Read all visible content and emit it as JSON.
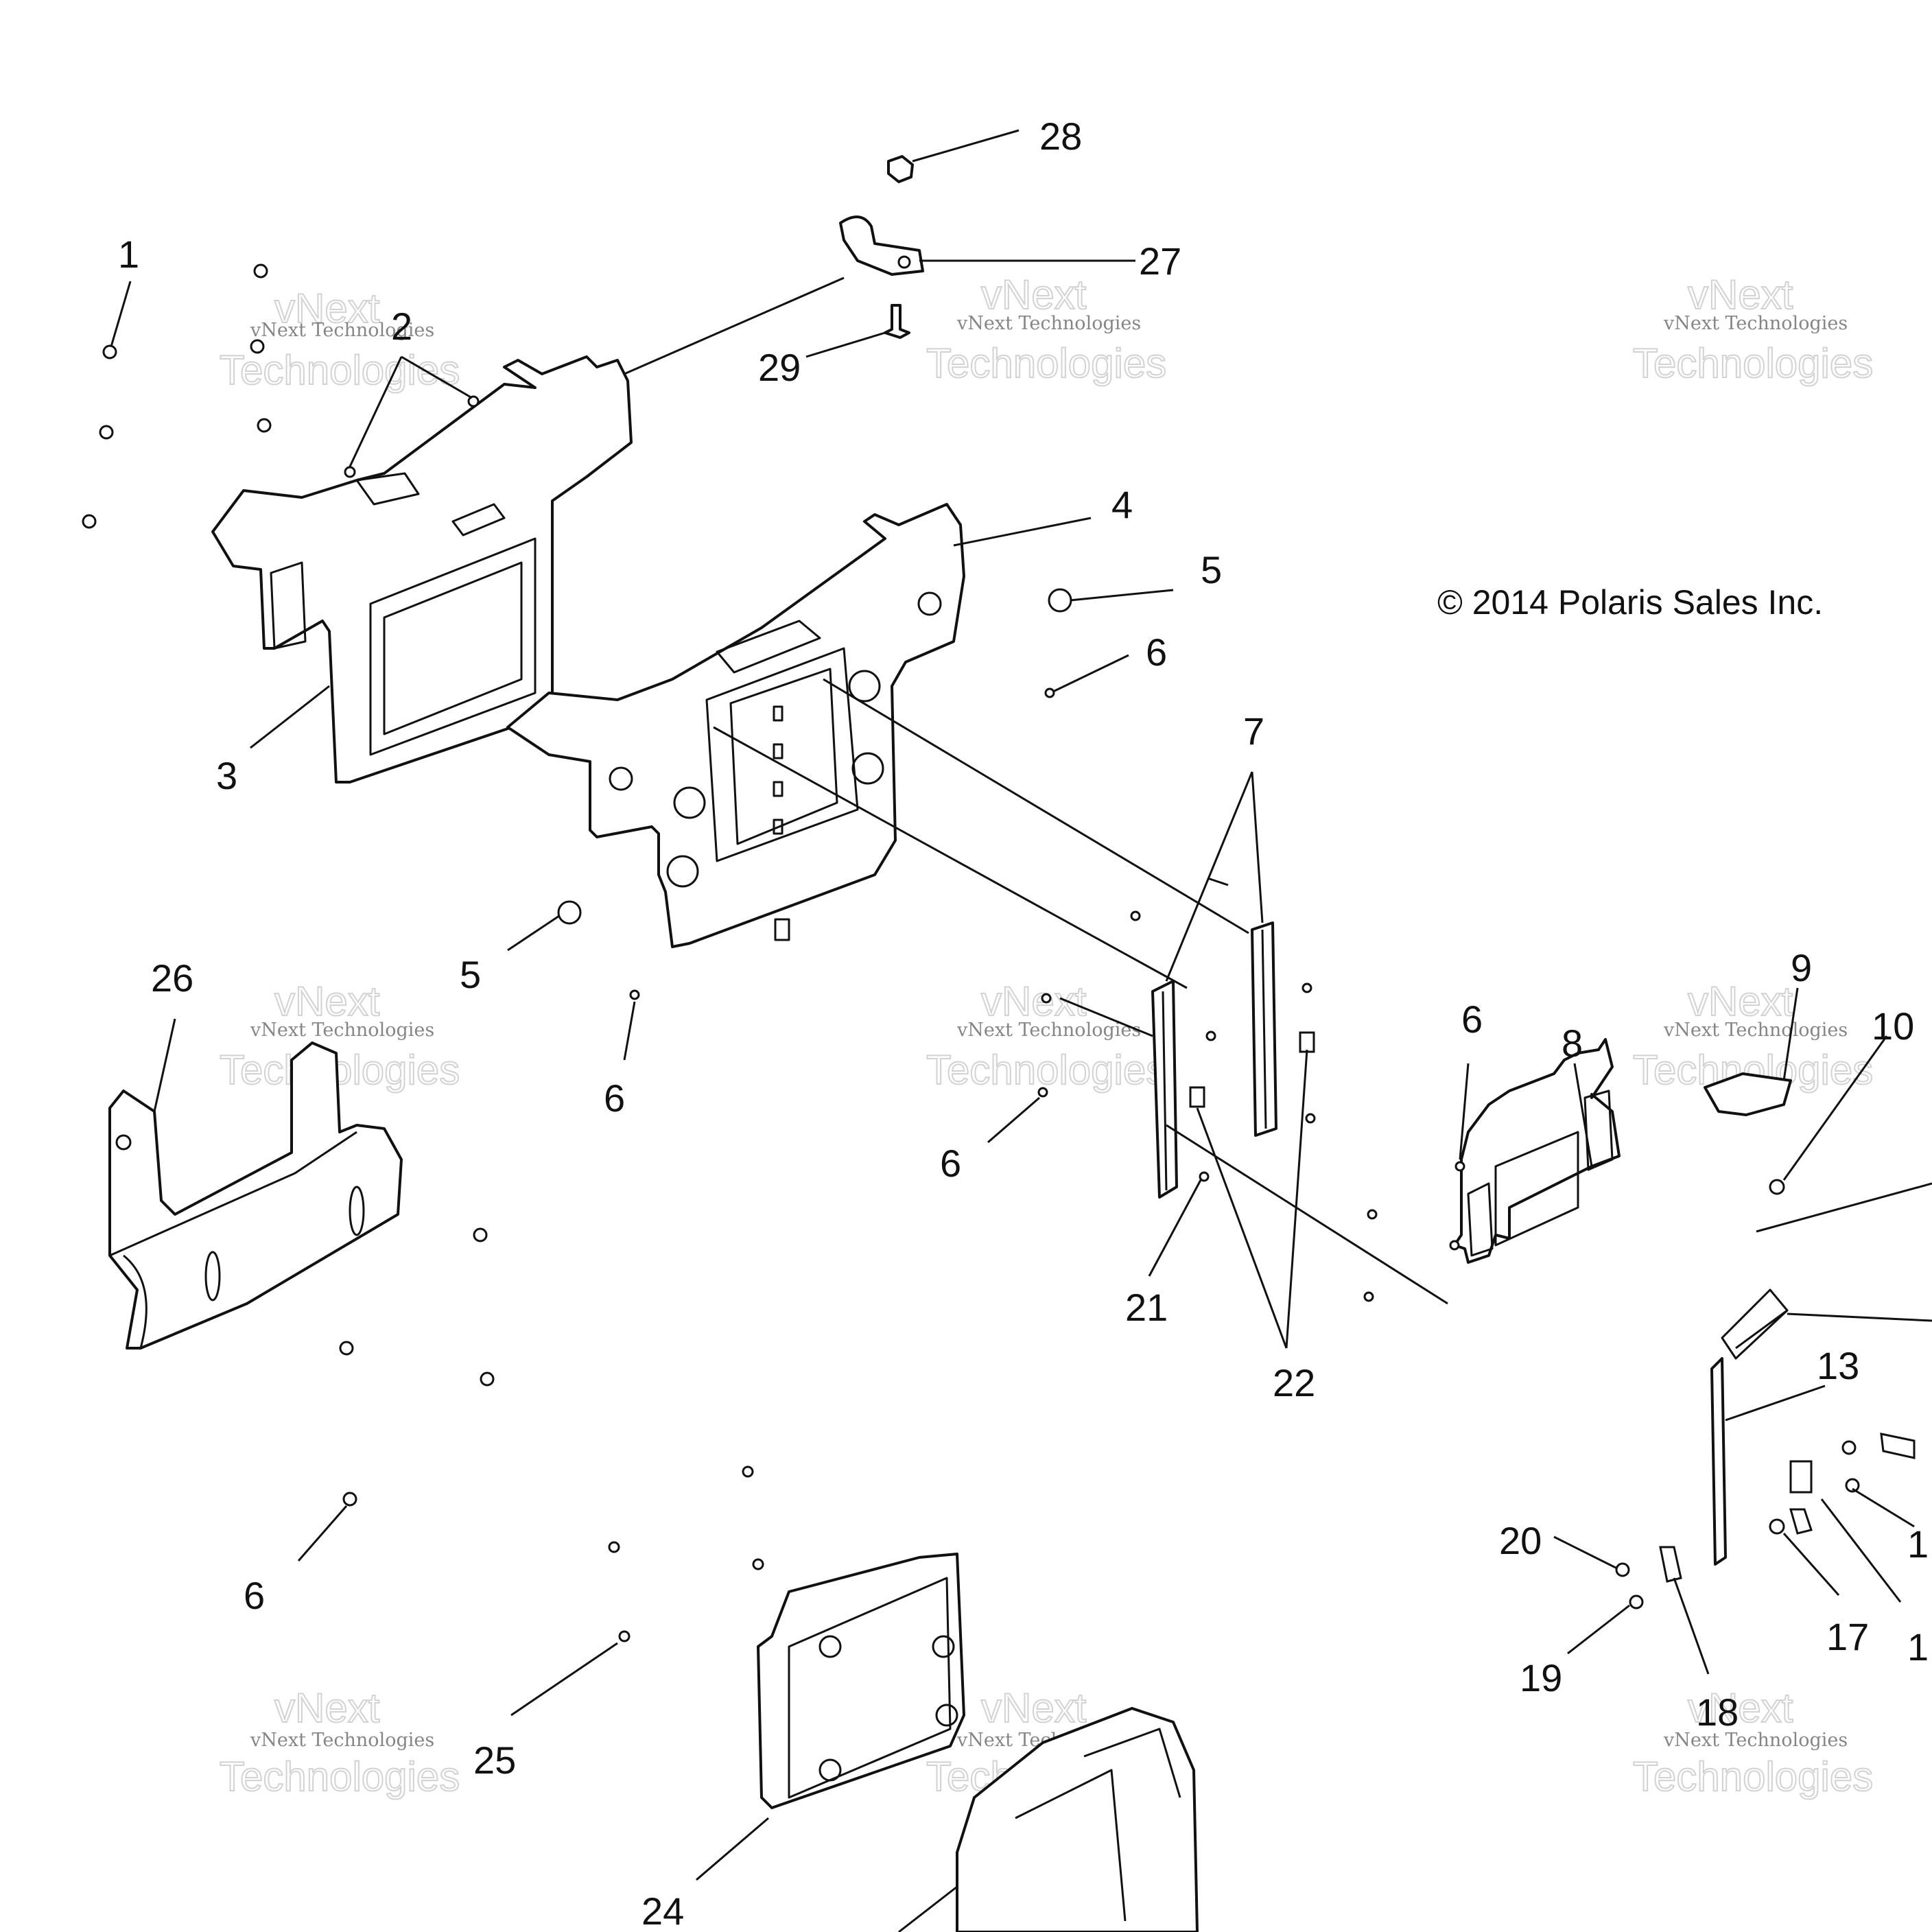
{
  "copyright": "© 2014 Polaris Sales Inc.",
  "watermark": {
    "line1": "vNext Technologies",
    "line2": "vNext",
    "line3": "Technologies"
  },
  "callouts": {
    "c1": "1",
    "c2": "2",
    "c3": "3",
    "c4": "4",
    "c5a": "5",
    "c5b": "5",
    "c6a": "6",
    "c6b": "6",
    "c6c": "6",
    "c6d": "6",
    "c6e": "6",
    "c7": "7",
    "c8": "8",
    "c9": "9",
    "c10": "10",
    "c13": "13",
    "c17": "17",
    "c18": "18",
    "c19": "19",
    "c20": "20",
    "c21": "21",
    "c22": "22",
    "c24": "24",
    "c25": "25",
    "c26": "26",
    "c27": "27",
    "c28": "28",
    "c29": "29",
    "c1cut": "1",
    "c1cut2": "1"
  }
}
